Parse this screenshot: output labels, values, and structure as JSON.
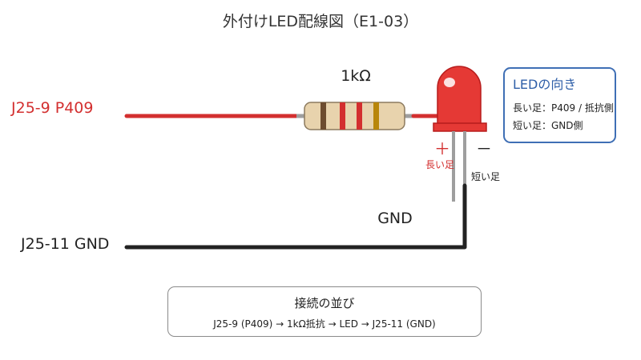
{
  "title": "外付けLED配線図（E1-03）",
  "resistor_label": "1kΩ",
  "pin_p409_label": "J25-9 P409",
  "pin_gnd_label": "J25-11 GND",
  "gnd_label": "GND",
  "led": {
    "plus": "＋",
    "minus": "－",
    "long_leg": "長い足",
    "short_leg": "短い足"
  },
  "info": {
    "title": "LEDの向き",
    "line1": "長い足：P409 / 抵抗側",
    "line2": "短い足：GND側"
  },
  "sequence": {
    "title": "接続の並び",
    "text": "J25-9 (P409) → 1kΩ抵抗 → LED → J25-11 (GND)"
  },
  "colors": {
    "signal_wire": "#d32f2f",
    "gnd_wire": "#222222",
    "led_body": "#e53935",
    "resistor_body": "#e8d3ad",
    "info_border": "#3f6fb5"
  }
}
